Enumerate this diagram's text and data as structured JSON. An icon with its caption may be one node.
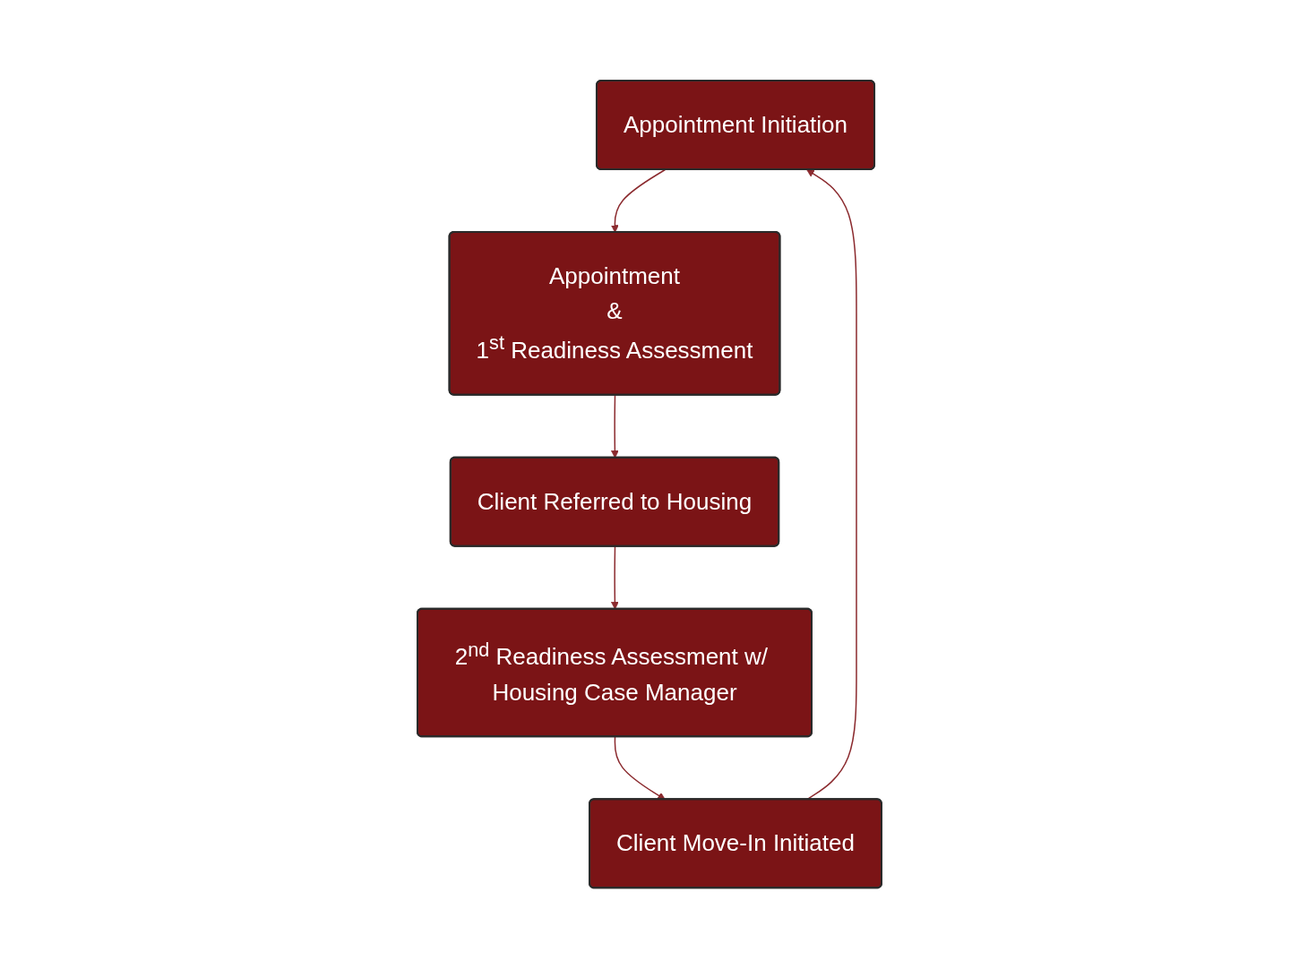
{
  "diagram": {
    "nodes": [
      {
        "text": [
          "Appointment Initiation"
        ]
      },
      {
        "text": [
          "Appointment",
          "&",
          "1$^{st}$ Readiness Assessment"
        ]
      },
      {
        "text": [
          "Client Referred to Housing"
        ]
      },
      {
        "text": [
          "2$^{nd}$ Readiness Assessment w/ Housing Case Manager"
        ]
      },
      {
        "text": [
          "Client Move-In Initiated"
        ]
      }
    ],
    "edges": [
      {
        "from": 0,
        "to": 1,
        "arrow": "to"
      },
      {
        "from": 1,
        "to": 2,
        "arrow": "to"
      },
      {
        "from": 2,
        "to": 3,
        "arrow": "to"
      },
      {
        "from": 3,
        "to": 4,
        "arrow": "to"
      },
      {
        "from": 4,
        "to": 0,
        "arrow": "to"
      }
    ]
  }
}
